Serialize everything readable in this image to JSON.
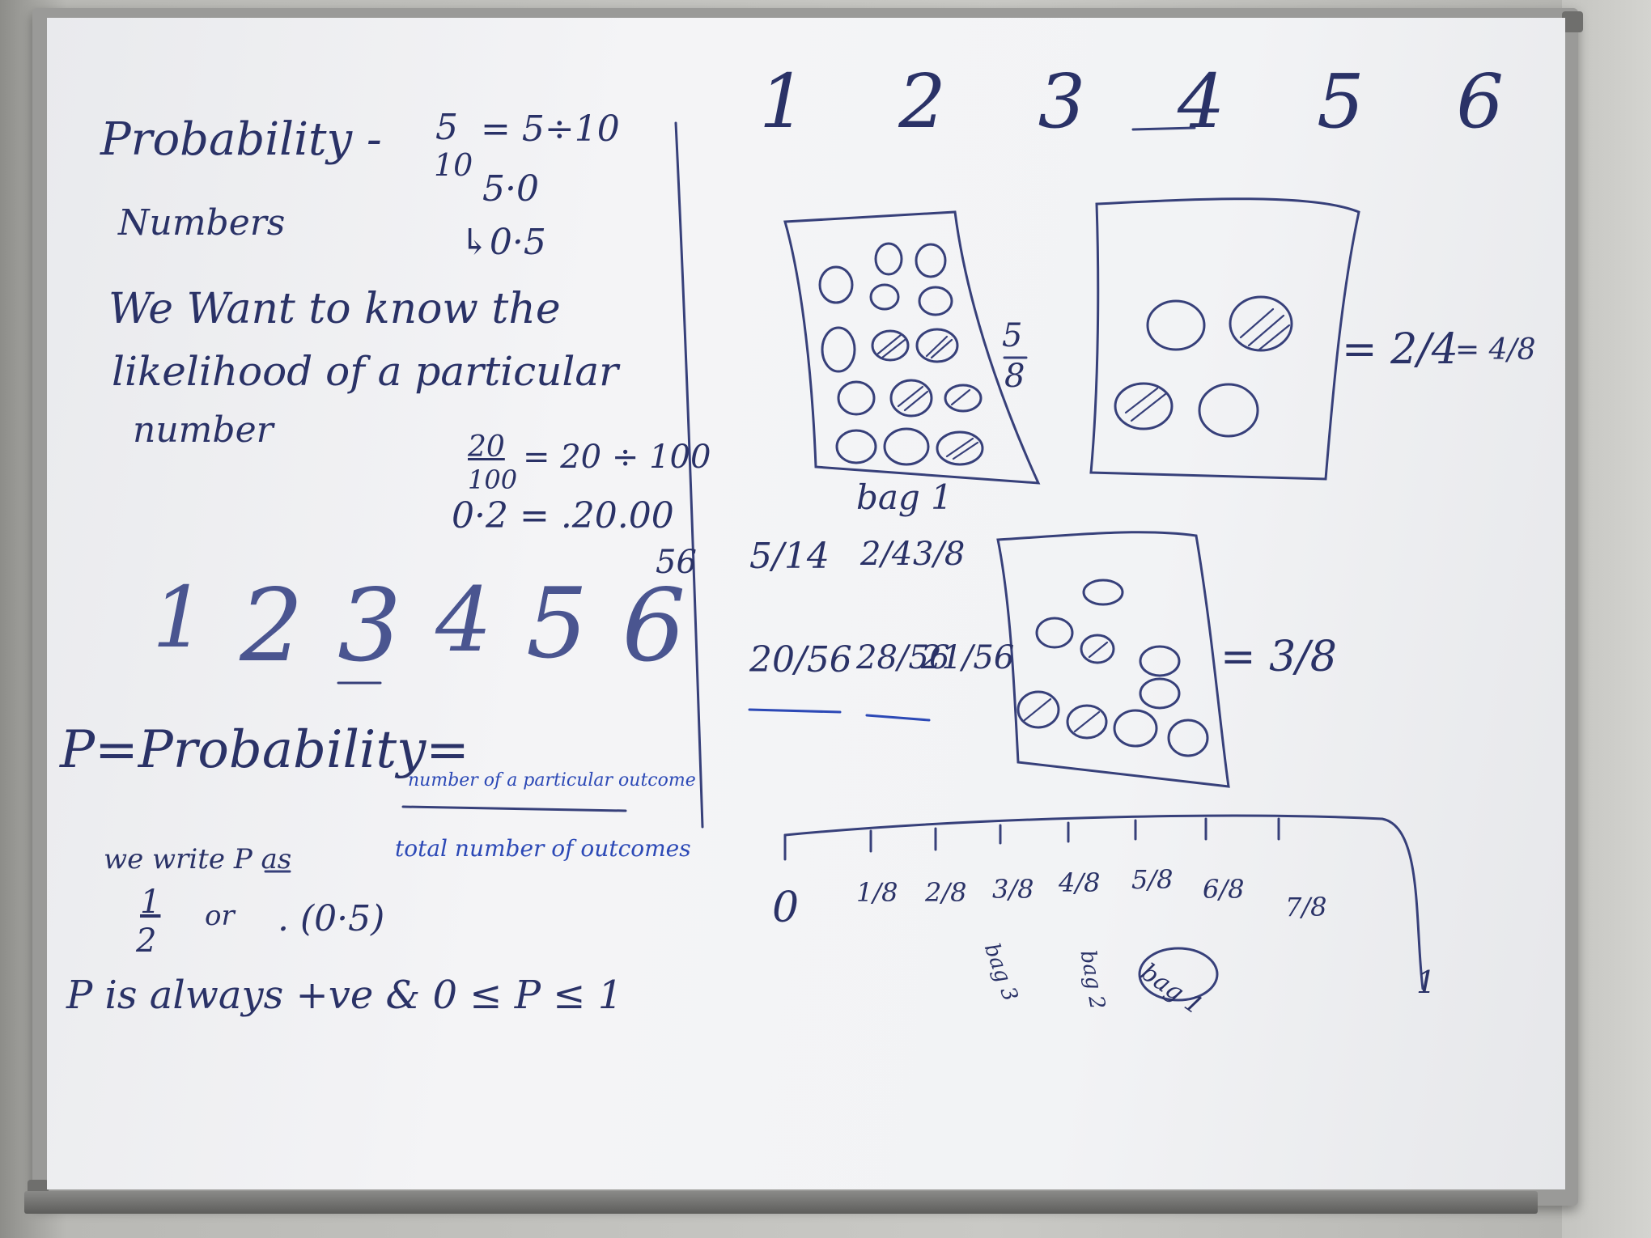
{
  "left_panel": {
    "title": "Probability -",
    "subtitle": "Numbers",
    "eq1_num": "5",
    "eq1_den": "10",
    "eq1_rhs": "= 5÷10",
    "eq1_mid": "5·0",
    "eq1_res": "↳0·5",
    "sentence1": "We Want to know the",
    "sentence2": "likelihood of a particular",
    "sentence3": "number",
    "eq2_num": "20",
    "eq2_den": "100",
    "eq2_rhs": "= 20 ÷ 100",
    "eq2_res": "0·2 = .20.00",
    "digits": [
      "1",
      "2",
      "3",
      "4",
      "5",
      "6"
    ],
    "def_lhs": "P=Probability=",
    "def_num": "number of a particular outcome",
    "def_den": "total number of outcomes",
    "we_write": "we write P as",
    "half_num": "1",
    "half_den": "2",
    "half_or": "or",
    "half_dec": ". (0·5)",
    "always": "P is always +ve  &  0 ≤ P ≤ 1"
  },
  "right_panel": {
    "digits": [
      "1",
      "2",
      "3",
      "4",
      "5",
      "6"
    ],
    "bag1_fraction_num": "5",
    "bag1_fraction_den": "8",
    "bag1_label": "bag 1",
    "bag2_fraction": [
      "= 2/4",
      "= 4/8"
    ],
    "bag3_fraction": "= 3/8",
    "s6": "56",
    "fractions_row1": [
      "5/14",
      "2/4",
      "3/8"
    ],
    "fractions_row2": [
      "20/56",
      "28/56",
      "21/56"
    ],
    "line_labels": [
      "0",
      "1/8",
      "2/8",
      "3/8",
      "4/8",
      "5/8",
      "6/8",
      "7/8",
      "1"
    ],
    "line_bag_labels": [
      "bag 3",
      "bag 2",
      "bag 1"
    ]
  }
}
